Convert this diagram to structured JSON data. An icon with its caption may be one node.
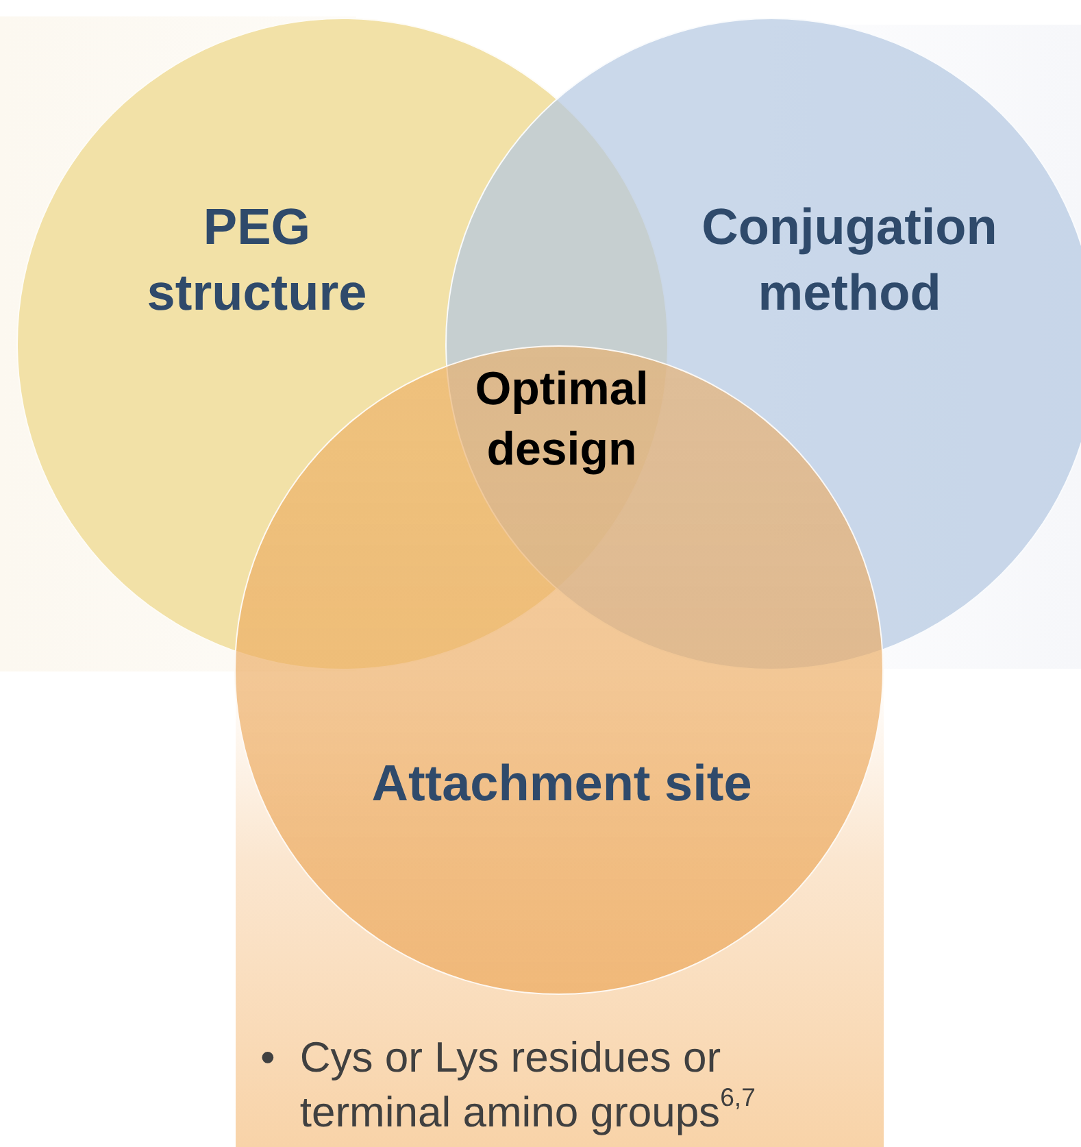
{
  "diagram": {
    "nodes": [
      {
        "text": [
          "PEG structure"
        ]
      },
      {
        "text": [
          "Conjugation method"
        ]
      },
      {
        "text": [
          "Attachment site"
        ]
      }
    ],
    "labels": [
      "Optimal design",
      "•",
      "Cys or Lys residues or terminal amino groups$^{6,7}$"
    ]
  }
}
